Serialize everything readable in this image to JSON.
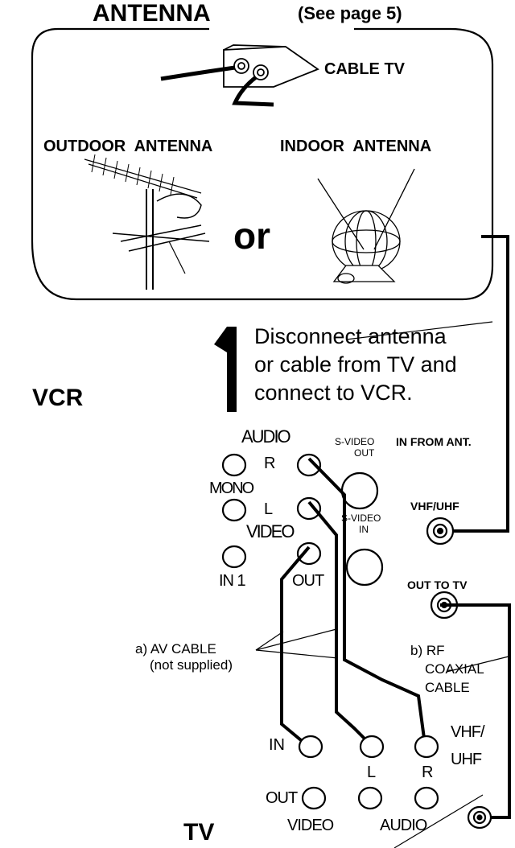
{
  "header": {
    "title": "ANTENNA",
    "page_ref": "(See page 5)"
  },
  "antenna_box": {
    "cable_tv": "CABLE TV",
    "outdoor": "OUTDOOR  ANTENNA",
    "indoor": "INDOOR  ANTENNA",
    "or": "or"
  },
  "step": {
    "number": "1",
    "line1": "Disconnect antenna",
    "line2": "or cable from TV and",
    "line3": "connect to VCR."
  },
  "vcr": {
    "label": "VCR",
    "audio": "AUDIO",
    "r": "R",
    "mono": "MONO",
    "l": "L",
    "video": "VIDEO",
    "in1": "IN 1",
    "out": "OUT",
    "svideo_out_1": "S-VIDEO",
    "svideo_out_2": "OUT",
    "svideo_in_1": "S-VIDEO",
    "svideo_in_2": "IN",
    "in_from_ant": "IN FROM ANT.",
    "vhf_uhf": "VHF/UHF",
    "out_to_tv": "OUT TO TV"
  },
  "cables": {
    "av_cable_1": "a) AV CABLE",
    "av_cable_2": "(not supplied)",
    "rf_1": "b) RF",
    "rf_2": "COAXIAL",
    "rf_3": "CABLE"
  },
  "tv": {
    "label": "TV",
    "in": "IN",
    "l": "L",
    "r": "R",
    "vhf": "VHF/",
    "uhf": "UHF",
    "out": "OUT",
    "video": "VIDEO",
    "audio": "AUDIO"
  }
}
